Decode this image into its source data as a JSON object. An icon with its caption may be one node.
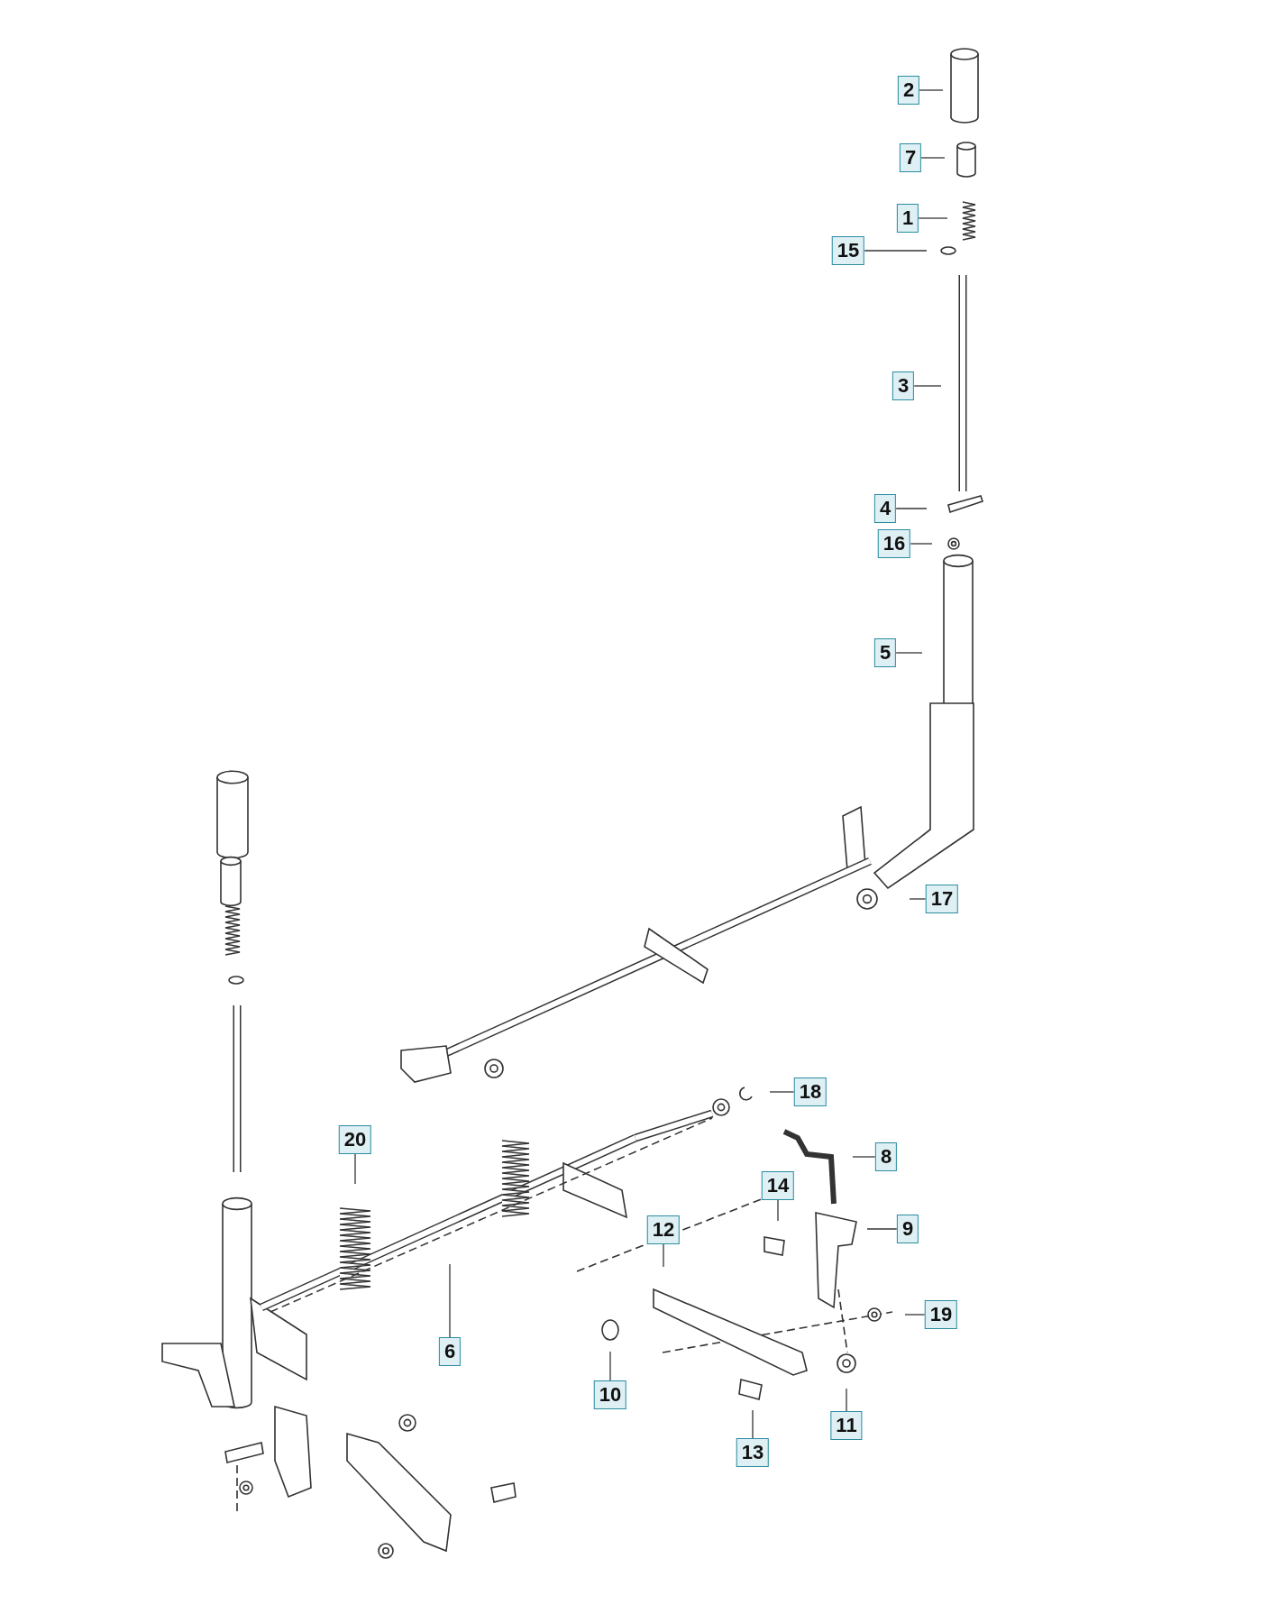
{
  "diagram": {
    "nodes": [
      {
        "text": [
          "2"
        ]
      },
      {
        "text": [
          "7"
        ]
      },
      {
        "text": [
          "1"
        ]
      },
      {
        "text": [
          "15"
        ]
      },
      {
        "text": [
          "3"
        ]
      },
      {
        "text": [
          "4"
        ]
      },
      {
        "text": [
          "16"
        ]
      },
      {
        "text": [
          "5"
        ]
      },
      {
        "text": [
          "17"
        ]
      },
      {
        "text": [
          "18"
        ]
      },
      {
        "text": [
          "20"
        ]
      },
      {
        "text": [
          "8"
        ]
      },
      {
        "text": [
          "14"
        ]
      },
      {
        "text": [
          "12"
        ]
      },
      {
        "text": [
          "9"
        ]
      },
      {
        "text": [
          "6"
        ]
      },
      {
        "text": [
          "19"
        ]
      },
      {
        "text": [
          "10"
        ]
      },
      {
        "text": [
          "11"
        ]
      },
      {
        "text": [
          "13"
        ]
      }
    ],
    "edges": [
      {
        "from": 0,
        "to": null,
        "arrow": "none"
      },
      {
        "from": 1,
        "to": null,
        "arrow": "none"
      },
      {
        "from": 2,
        "to": null,
        "arrow": "none"
      },
      {
        "from": 3,
        "to": null,
        "arrow": "none"
      },
      {
        "from": 4,
        "to": null,
        "arrow": "none"
      },
      {
        "from": 5,
        "to": null,
        "arrow": "none"
      },
      {
        "from": 6,
        "to": null,
        "arrow": "none"
      },
      {
        "from": 7,
        "to": null,
        "arrow": "none"
      },
      {
        "from": 8,
        "to": null,
        "arrow": "none"
      },
      {
        "from": 9,
        "to": null,
        "arrow": "none"
      },
      {
        "from": 10,
        "to": null,
        "arrow": "none"
      },
      {
        "from": 11,
        "to": null,
        "arrow": "none"
      },
      {
        "from": 12,
        "to": null,
        "arrow": "none"
      },
      {
        "from": 13,
        "to": null,
        "arrow": "none"
      },
      {
        "from": 14,
        "to": null,
        "arrow": "none"
      },
      {
        "from": 15,
        "to": null,
        "arrow": "none"
      },
      {
        "from": 16,
        "to": null,
        "arrow": "none"
      },
      {
        "from": 17,
        "to": null,
        "arrow": "none"
      },
      {
        "from": 18,
        "to": null,
        "arrow": "none"
      },
      {
        "from": 19,
        "to": null,
        "arrow": "none"
      }
    ]
  }
}
